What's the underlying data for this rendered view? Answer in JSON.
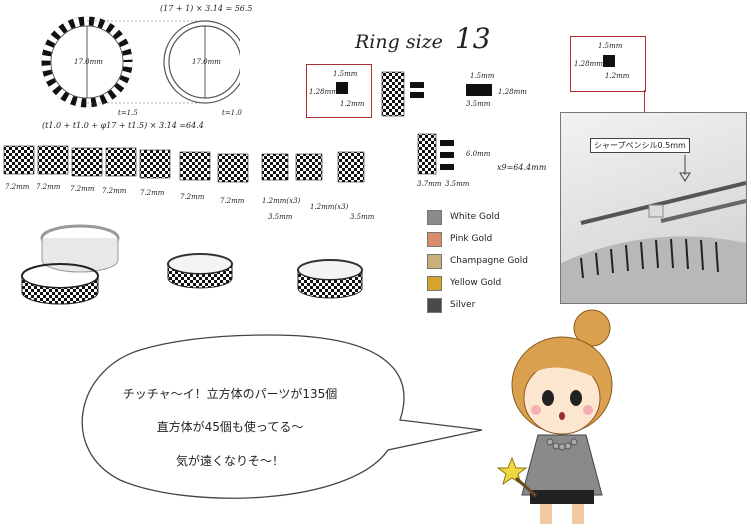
{
  "formula_top": "(17 + 1) × 3.14 = 56.5",
  "ring_diameter_left": "17.0mm",
  "ring_diameter_right": "17.0mm",
  "thickness_left": "t=1.5",
  "thickness_right": "t=1.0",
  "formula_bottom": "(t1.0 + t1.0 + φ17 + t1.5) × 3.14 =64.4",
  "ring_size_label": "Ring size",
  "ring_size_number": "13",
  "cube_dims": {
    "top": "1.5mm",
    "left": "1.28mm",
    "right": "1.2mm"
  },
  "bar_dims": {
    "top": "1.5mm",
    "right": "1.28mm",
    "bottom": "3.5mm"
  },
  "block_dims": {
    "height": "6.0mm",
    "bottom_left": "3.7mm",
    "bottom_right": "3.5mm",
    "multiplier": "x9=64.4mm"
  },
  "strip_widths": [
    "7.2mm",
    "7.2mm",
    "7.2mm",
    "7.2mm",
    "7.2mm",
    "7.2mm",
    "7.2mm"
  ],
  "strip_extra": {
    "a": "1.2mm(x3)",
    "b": "1.2mm(x3)",
    "c": "3.5mm",
    "d": "3.5mm"
  },
  "legend": [
    {
      "label": "White Gold",
      "color": "#8a8a8a"
    },
    {
      "label": "Pink Gold",
      "color": "#d98d6c"
    },
    {
      "label": "Champagne Gold",
      "color": "#c9b27a"
    },
    {
      "label": "Yellow Gold",
      "color": "#d4a52a"
    },
    {
      "label": "Silver",
      "color": "#4a4a4a"
    }
  ],
  "photo_inset": {
    "top": "1.5mm",
    "left": "1.28mm",
    "right": "1.2mm"
  },
  "photo_caption": "シャープペンシル0.5mm",
  "speech": {
    "line1": "チッチャ〜イ！立方体のパーツが135個",
    "line2": "直方体が45個も使ってる〜",
    "line3": "気が遠くなりそ〜！"
  }
}
